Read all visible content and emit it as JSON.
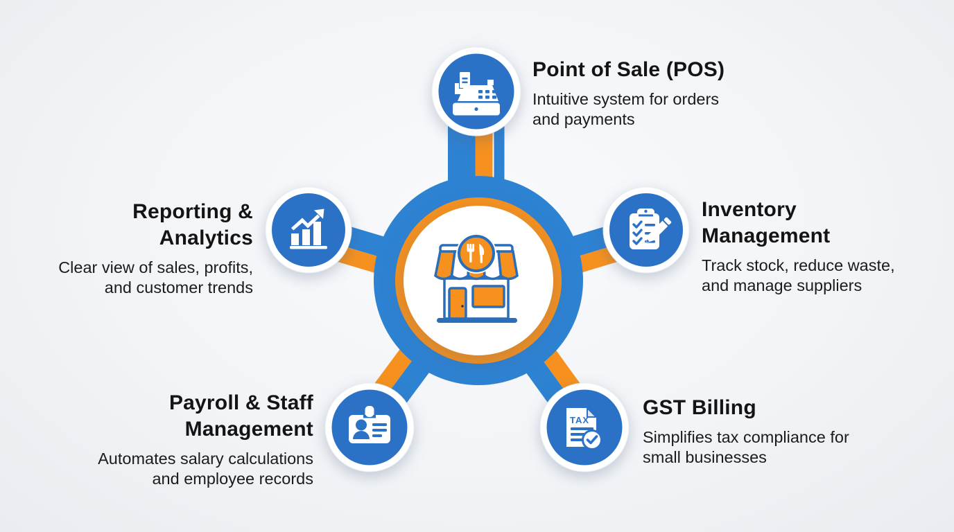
{
  "colors": {
    "spoke_blue": "#2e82d2",
    "node_blue": "#2b72c6",
    "orange": "#f6911f",
    "store_outline_blue": "#2a6db8",
    "text": "#141414",
    "background": "#f2f4f7"
  },
  "center": {
    "icon": "restaurant-storefront-icon"
  },
  "nodes": [
    {
      "id": "pos",
      "icon": "cash-register-icon",
      "title": "Point of Sale (POS)",
      "description": "Intuitive system for orders\nand payments"
    },
    {
      "id": "inventory",
      "icon": "inventory-checklist-icon",
      "title": "Inventory\nManagement",
      "description": "Track stock, reduce waste,\nand manage suppliers"
    },
    {
      "id": "gst",
      "icon": "tax-document-icon",
      "tax_label": "TAX",
      "title": "GST Billing",
      "description": "Simplifies tax compliance for\nsmall businesses"
    },
    {
      "id": "payroll",
      "icon": "id-badge-icon",
      "title": "Payroll & Staff\nManagement",
      "description": "Automates salary calculations\nand employee records"
    },
    {
      "id": "reporting",
      "icon": "bar-chart-trend-icon",
      "title": "Reporting &\nAnalytics",
      "description": "Clear view of sales, profits,\nand customer trends"
    }
  ]
}
